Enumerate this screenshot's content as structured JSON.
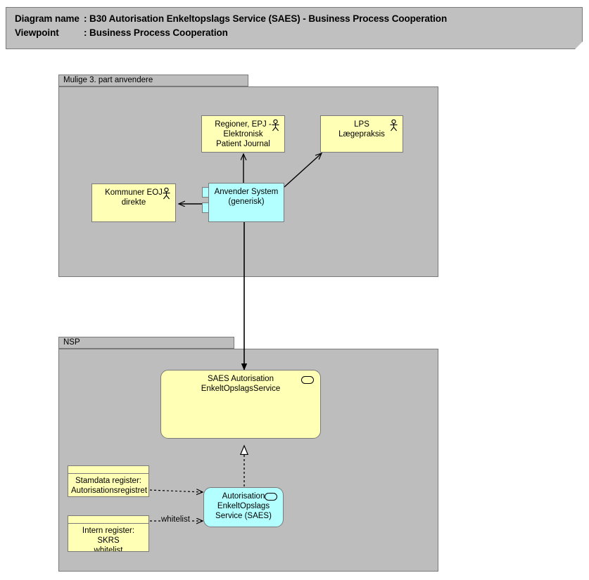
{
  "header": {
    "line1_key": "Diagram name",
    "line1_sep": ": ",
    "line1_value": "B30 Autorisation Enkeltopslags Service (SAES) - Business Process Cooperation",
    "line2_key": "Viewpoint",
    "line2_sep": ": ",
    "line2_value": "Business Process Cooperation"
  },
  "groups": [
    {
      "id": "third-party",
      "label": "Mulige 3. part anvendere"
    },
    {
      "id": "nsp",
      "label": "NSP"
    }
  ],
  "nodes": {
    "regioner": {
      "label": "Regioner, EPJ -\nElektronisk\nPatient Journal",
      "icon": "actor-icon"
    },
    "lps": {
      "label": "LPS\nLægepraksis",
      "icon": "actor-icon"
    },
    "kommuner": {
      "label": "Kommuner EOJ\ndirekte",
      "icon": "actor-icon"
    },
    "anvender_system": {
      "label": "Anvender System\n(generisk)",
      "icon": "component-icon"
    },
    "saes_service": {
      "label": "SAES Autorisation\nEnkeltOpslagsService",
      "icon": "service-icon"
    },
    "saes_component": {
      "label": "Autorisation\nEnkeltOpslags\nService (SAES)",
      "icon": "service-icon"
    },
    "stamdata_register": {
      "label": "Stamdata register:\nAutorisationsregistret",
      "icon": "data-object-icon"
    },
    "intern_register": {
      "label": "Intern register: SKRS\nwhitelist",
      "icon": "data-object-icon"
    }
  },
  "edges": [
    {
      "id": "anvender-to-regioner",
      "label": ""
    },
    {
      "id": "anvender-to-lps",
      "label": ""
    },
    {
      "id": "anvender-to-kommuner",
      "label": ""
    },
    {
      "id": "anvender-to-saes-service",
      "label": ""
    },
    {
      "id": "saes-component-realizes-service",
      "label": ""
    },
    {
      "id": "stamdata-to-saes-component",
      "label": ""
    },
    {
      "id": "intern-to-saes-component",
      "label": "whitelist"
    }
  ],
  "colors": {
    "business_yellow": "#FFFFB5",
    "application_cyan": "#B3FFFF",
    "group_gray": "#BDBDBD",
    "banner_gray": "#C0C0C0",
    "line_black": "#000000",
    "border_gray": "#7A7A7A"
  }
}
